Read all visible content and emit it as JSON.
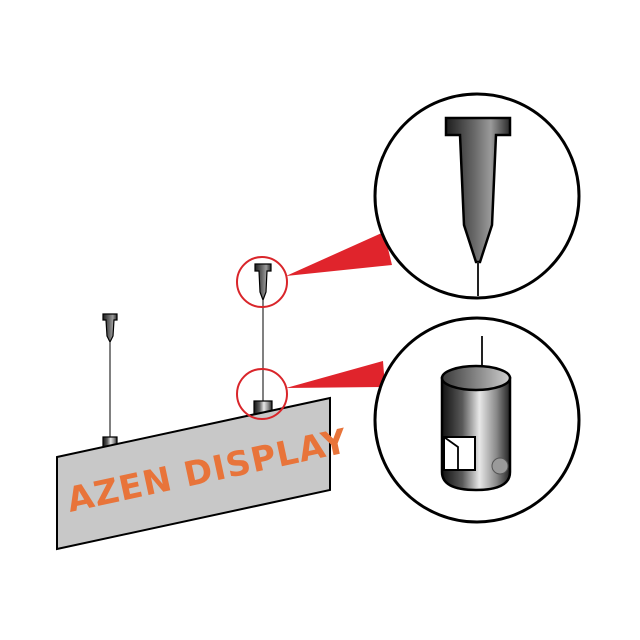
{
  "sign": {
    "text": "AZEN DISPLAY",
    "text_color": "#e8743a",
    "panel_color": "#c8c8c8",
    "outline_color": "#000000"
  },
  "callouts": [
    {
      "name": "top-hanger-detail",
      "icon": "cable-gripper-icon"
    },
    {
      "name": "bottom-clip-detail",
      "icon": "sign-clip-icon"
    }
  ],
  "colors": {
    "highlight_circle": "#d9252a",
    "callout_beam": "#e0242c",
    "metal_dark": "#3a3a3a",
    "metal_light": "#f2f2f2"
  }
}
